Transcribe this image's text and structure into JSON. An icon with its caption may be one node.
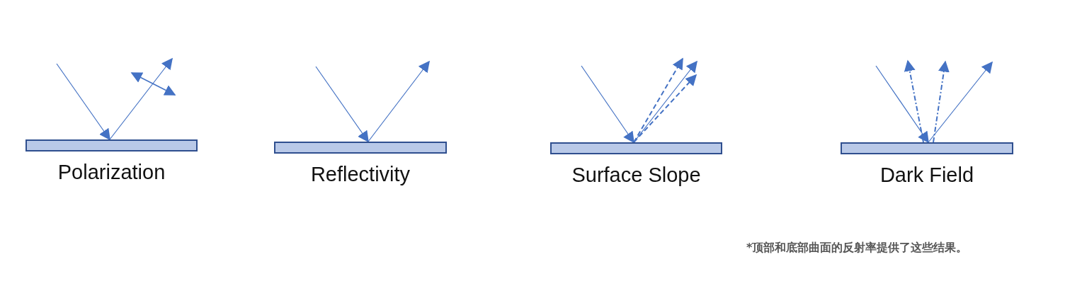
{
  "diagram": {
    "nodes": [
      {
        "text": [
          "Polarization"
        ]
      },
      {
        "text": [
          "Reflectivity"
        ]
      },
      {
        "text": [
          "Surface Slope"
        ]
      },
      {
        "text": [
          "Dark Field"
        ]
      }
    ],
    "edges": [
      {
        "from": null,
        "to": 0,
        "arrow": "to"
      },
      {
        "from": 0,
        "to": null,
        "arrow": "to"
      },
      {
        "from": null,
        "to": 1,
        "arrow": "to"
      },
      {
        "from": 1,
        "to": null,
        "arrow": "to"
      },
      {
        "from": null,
        "to": 2,
        "arrow": "to"
      },
      {
        "from": 2,
        "to": null,
        "arrow": "to"
      },
      {
        "from": 2,
        "to": null,
        "arrow": "to",
        "style": "dashed"
      },
      {
        "from": 2,
        "to": null,
        "arrow": "to",
        "style": "dashed"
      },
      {
        "from": null,
        "to": 3,
        "arrow": "to"
      },
      {
        "from": 3,
        "to": null,
        "arrow": "to"
      },
      {
        "from": 3,
        "to": null,
        "arrow": "to",
        "style": "dashed"
      },
      {
        "from": 3,
        "to": null,
        "arrow": "to",
        "style": "dashed"
      }
    ],
    "labels": [
      "*顶部和底部曲面的反射率提供了这些结果。"
    ]
  }
}
